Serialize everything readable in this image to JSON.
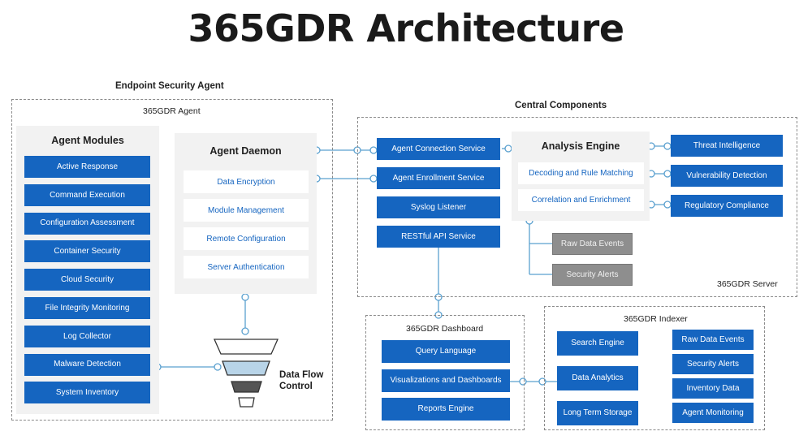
{
  "title": "365GDR Architecture",
  "endpoint": {
    "label": "Endpoint Security Agent",
    "agent_label": "365GDR Agent",
    "modules_title": "Agent Modules",
    "modules": [
      "Active Response",
      "Command Execution",
      "Configuration Assessment",
      "Container Security",
      "Cloud Security",
      "File Integrity Monitoring",
      "Log Collector",
      "Malware Detection",
      "System Inventory"
    ],
    "daemon_title": "Agent Daemon",
    "daemon_items": [
      "Data Encryption",
      "Module Management",
      "Remote Configuration",
      "Server Authentication"
    ],
    "data_flow": "Data Flow\nControl"
  },
  "central": {
    "label": "Central Components",
    "server_label": "365GDR Server",
    "services": [
      "Agent Connection Service",
      "Agent Enrollment Service",
      "Syslog Listener",
      "RESTful API Service"
    ],
    "analysis_title": "Analysis Engine",
    "analysis_items": [
      "Decoding and Rule Matching",
      "Correlation and Enrichment"
    ],
    "outputs": [
      "Raw Data Events",
      "Security Alerts"
    ],
    "intel": [
      "Threat Intelligence",
      "Vulnerability Detection",
      "Regulatory Compliance"
    ]
  },
  "dashboard": {
    "label": "365GDR Dashboard",
    "items": [
      "Query Language",
      "Visualizations and Dashboards",
      "Reports Engine"
    ]
  },
  "indexer": {
    "label": "365GDR Indexer",
    "left": [
      "Search Engine",
      "Data Analytics",
      "Long Term Storage"
    ],
    "right": [
      "Raw Data Events",
      "Security Alerts",
      "Inventory Data",
      "Agent Monitoring"
    ]
  },
  "colors": {
    "accent": "#1565c0",
    "panel": "#f2f2f2",
    "gray_box": "#8e8e8e",
    "line": "#5aa0cf"
  }
}
